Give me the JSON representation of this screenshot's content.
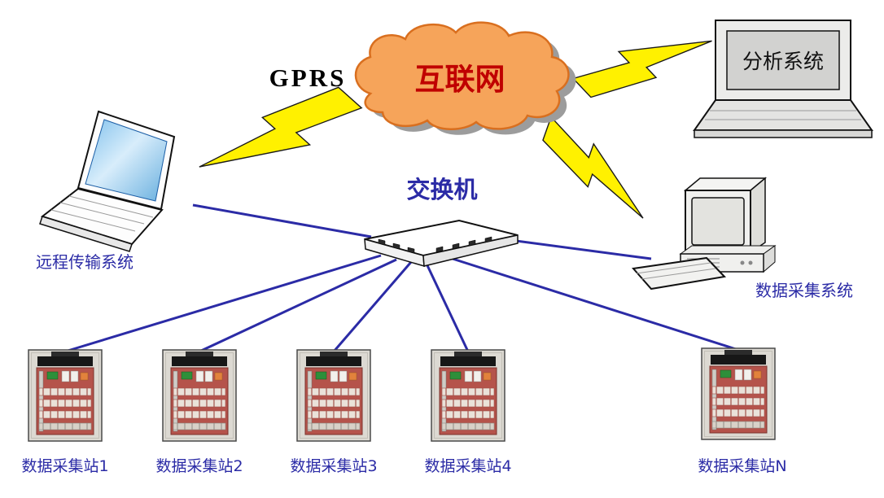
{
  "diagram": {
    "type": "network-topology",
    "labels": {
      "gprs": "GPRS",
      "internet": "互联网",
      "switch_name": "交换机",
      "remote_system": "远程传输系统",
      "analysis_system": "分析系统",
      "acquisition_system": "数据采集系统"
    },
    "stations": [
      {
        "label": "数据采集站1"
      },
      {
        "label": "数据采集站2"
      },
      {
        "label": "数据采集站3"
      },
      {
        "label": "数据采集站4"
      },
      {
        "label": "数据采集站N"
      }
    ],
    "colors": {
      "cloud_fill": "#F6A45A",
      "cloud_stroke": "#D96F1F",
      "internet_text": "#C00000",
      "label_text": "#2B2BA6",
      "connection_line": "#2B2BA6",
      "lightning_fill": "#FFF100",
      "cabinet_panel": "#B5534B"
    },
    "connections": [
      {
        "from": "remote-laptop",
        "to": "internet-cloud",
        "type": "wireless-gprs"
      },
      {
        "from": "internet-cloud",
        "to": "analysis-laptop",
        "type": "wireless"
      },
      {
        "from": "internet-cloud",
        "to": "acquisition-computer",
        "type": "wireless"
      },
      {
        "from": "remote-laptop",
        "to": "switch",
        "type": "wired"
      },
      {
        "from": "switch",
        "to": "acquisition-computer",
        "type": "wired"
      },
      {
        "from": "switch",
        "to": "station-1",
        "type": "wired"
      },
      {
        "from": "switch",
        "to": "station-2",
        "type": "wired"
      },
      {
        "from": "switch",
        "to": "station-3",
        "type": "wired"
      },
      {
        "from": "switch",
        "to": "station-4",
        "type": "wired"
      },
      {
        "from": "switch",
        "to": "station-n",
        "type": "wired"
      }
    ]
  }
}
